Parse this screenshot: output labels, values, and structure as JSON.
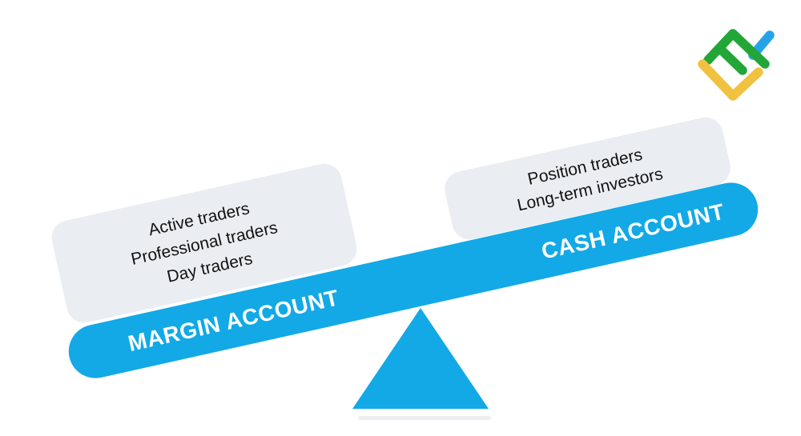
{
  "colors": {
    "page_bg": "#FFFFFF",
    "beam": "#12A9E6",
    "beam_text": "#FFFFFF",
    "card_bg": "#EAEDF2",
    "card_text": "#121212",
    "shadow": "#EDEEF1",
    "logo_green": "#23A638",
    "logo_blue": "#25A3E8",
    "logo_yellow": "#F1C140"
  },
  "seesaw": {
    "left_label": "MARGIN ACCOUNT",
    "right_label": "CASH ACCOUNT",
    "tilt": "left side down, right side up"
  },
  "cards": {
    "left": {
      "items": [
        "Active traders",
        "Professional traders",
        "Day traders"
      ]
    },
    "right": {
      "items": [
        "Position traders",
        "Long-term investors"
      ]
    }
  },
  "logo": {
    "name": "litefinance-logo",
    "parts": [
      "green-f-zigzag",
      "blue-dash",
      "yellow-check"
    ]
  }
}
